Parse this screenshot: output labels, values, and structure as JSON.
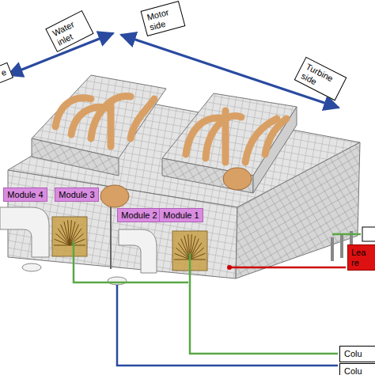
{
  "diagram": {
    "nodes": [
      {
        "text": [
          "e"
        ]
      },
      {
        "text": [
          "Water inlet"
        ]
      },
      {
        "text": [
          "Motor side"
        ]
      },
      {
        "text": [
          "Turbine side"
        ]
      },
      {
        "text": [
          "Module 4"
        ]
      },
      {
        "text": [
          "Module 3"
        ]
      },
      {
        "text": [
          "Module 2"
        ]
      },
      {
        "text": [
          "Module 1"
        ]
      },
      {
        "text": [
          "Lea re"
        ]
      },
      {
        "text": [
          "Colu"
        ]
      },
      {
        "text": [
          "Colu"
        ]
      }
    ]
  }
}
